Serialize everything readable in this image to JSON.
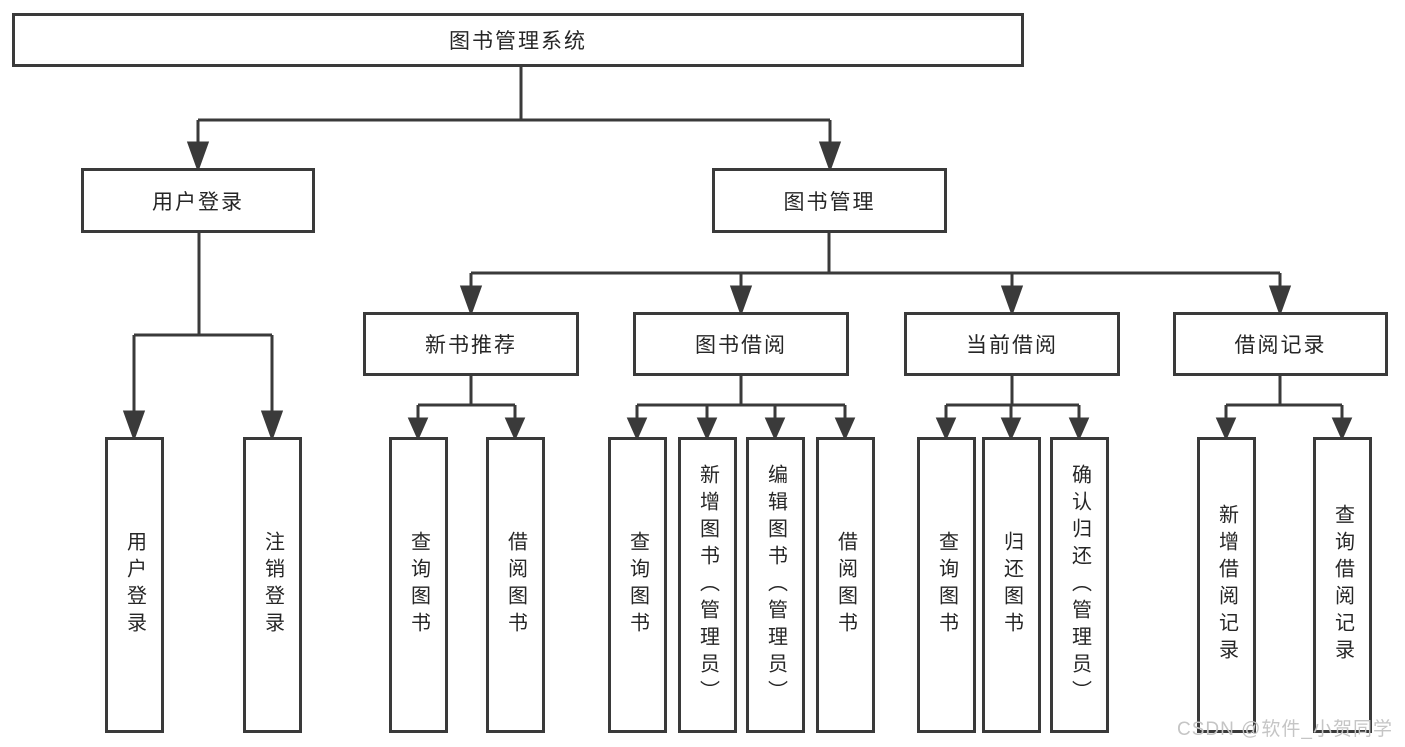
{
  "colors": {
    "line": "#3a3a3a",
    "box_border": "#3a3a3a",
    "text": "#262626",
    "watermark": "#c5c5c5",
    "background": "#ffffff"
  },
  "tree": {
    "root": {
      "label": "图书管理系统"
    },
    "level2": [
      {
        "label": "用户登录",
        "children": [
          {
            "label": "用户登录"
          },
          {
            "label": "注销登录"
          }
        ]
      },
      {
        "label": "图书管理",
        "children": [
          {
            "label": "新书推荐",
            "children": [
              {
                "label": "查询图书"
              },
              {
                "label": "借阅图书"
              }
            ]
          },
          {
            "label": "图书借阅",
            "children": [
              {
                "label": "查询图书"
              },
              {
                "label": "新增图书（管理员）"
              },
              {
                "label": "编辑图书（管理员）"
              },
              {
                "label": "借阅图书"
              }
            ]
          },
          {
            "label": "当前借阅",
            "children": [
              {
                "label": "查询图书"
              },
              {
                "label": "归还图书"
              },
              {
                "label": "确认归还（管理员）"
              }
            ]
          },
          {
            "label": "借阅记录",
            "children": [
              {
                "label": "新增借阅记录"
              },
              {
                "label": "查询借阅记录"
              }
            ]
          }
        ]
      }
    ]
  },
  "watermark": {
    "text": "CSDN @软件_小贺同学"
  }
}
